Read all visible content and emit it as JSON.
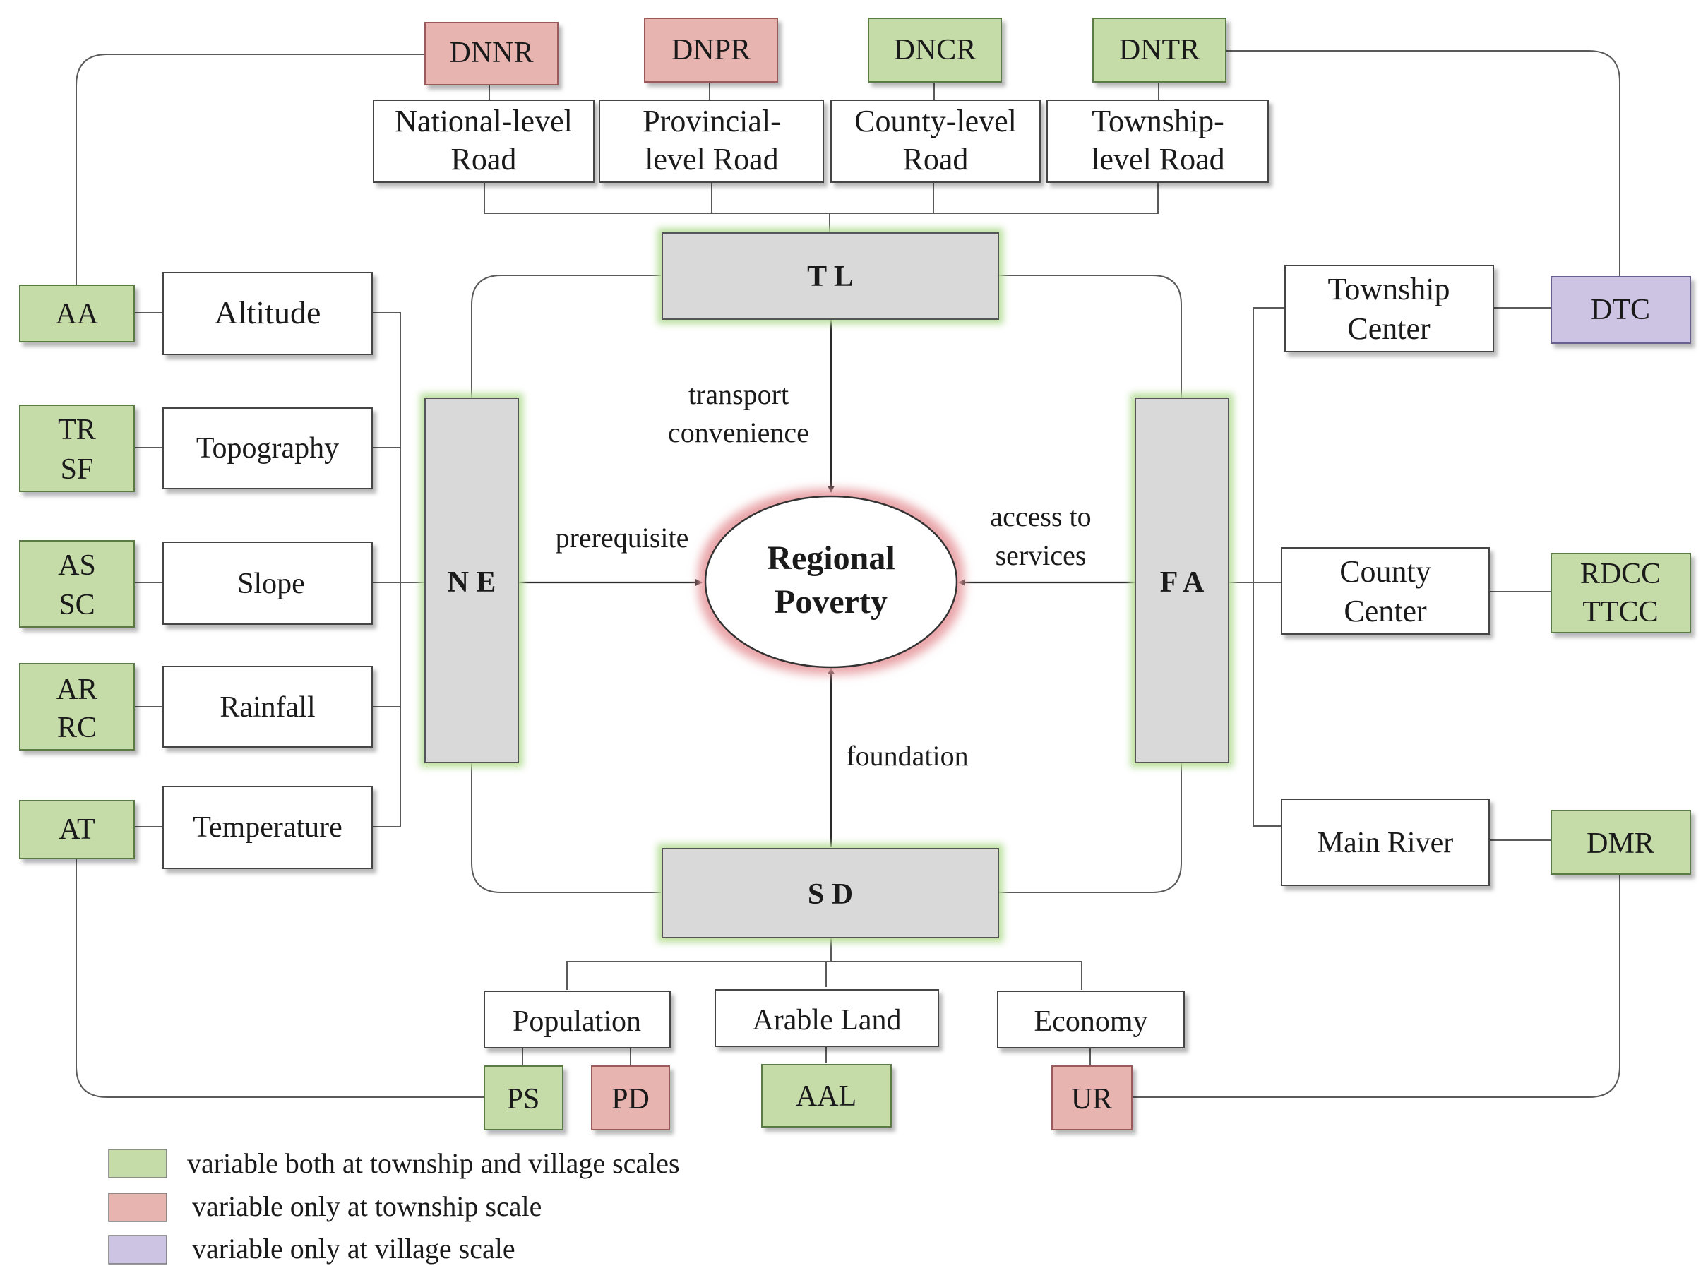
{
  "colors": {
    "both_scales": "#c5dba8",
    "township_only": "#e8b4b0",
    "village_only": "#cdc3e3",
    "core_fill": "#d9d9d9",
    "core_glow": "#b8df9c",
    "center_glow": "#e8a0a4"
  },
  "center": {
    "line1": "Regional",
    "line2": "Poverty"
  },
  "dimensions": {
    "tl": "T L",
    "ne": "N E",
    "fa": "F A",
    "sd": "S D"
  },
  "relations": {
    "tl_line1": "transport",
    "tl_line2": "convenience",
    "ne": "prerequisite",
    "fa_line1": "access to",
    "fa_line2": "services",
    "sd": "foundation"
  },
  "roads": [
    {
      "line1": "National-level",
      "line2": "Road",
      "variable": "DNNR",
      "scale": "township"
    },
    {
      "line1": "Provincial-",
      "line2": "level Road",
      "variable": "DNPR",
      "scale": "township"
    },
    {
      "line1": "County-level",
      "line2": "Road",
      "variable": "DNCR",
      "scale": "both"
    },
    {
      "line1": "Township-",
      "line2": "level Road",
      "variable": "DNTR",
      "scale": "both"
    }
  ],
  "natural": [
    {
      "label": "Altitude",
      "var1": "AA",
      "var2": ""
    },
    {
      "label": "Topography",
      "var1": "TR",
      "var2": "SF"
    },
    {
      "label": "Slope",
      "var1": "AS",
      "var2": "SC"
    },
    {
      "label": "Rainfall",
      "var1": "AR",
      "var2": "RC"
    },
    {
      "label": "Temperature",
      "var1": "AT",
      "var2": ""
    }
  ],
  "facilities": [
    {
      "line1": "Township",
      "line2": "Center",
      "var1": "DTC",
      "var2": "",
      "scale": "village"
    },
    {
      "line1": "County",
      "line2": "Center",
      "var1": "RDCC",
      "var2": "TTCC",
      "scale": "both"
    },
    {
      "line1": "Main River",
      "line2": "",
      "var1": "DMR",
      "var2": "",
      "scale": "both"
    }
  ],
  "socio": [
    {
      "label": "Population",
      "vars": [
        {
          "name": "PS",
          "scale": "both"
        },
        {
          "name": "PD",
          "scale": "township"
        }
      ]
    },
    {
      "label": "Arable Land",
      "vars": [
        {
          "name": "AAL",
          "scale": "both"
        }
      ]
    },
    {
      "label": "Economy",
      "vars": [
        {
          "name": "UR",
          "scale": "township"
        }
      ]
    }
  ],
  "legend": [
    {
      "label": "variable both at township and village scales",
      "scale": "both"
    },
    {
      "label": "variable only at township scale",
      "scale": "township"
    },
    {
      "label": "variable only at village scale",
      "scale": "village"
    }
  ]
}
